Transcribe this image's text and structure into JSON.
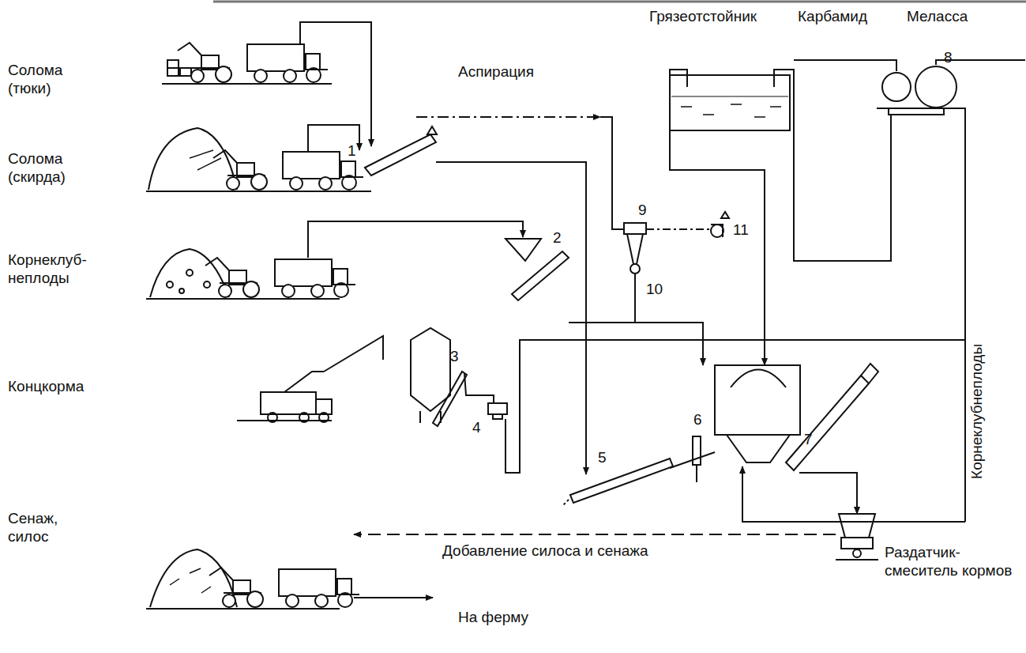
{
  "diagram": {
    "labels": [
      "Солома (тюки)",
      "Солома (скирда)",
      "Корнеклуб- неплоды",
      "Концкорма",
      "Сенаж, силос",
      "Аспирация",
      "Грязеотстойник",
      "Карбамид",
      "Меласса",
      "1",
      "2",
      "3",
      "4",
      "5",
      "6",
      "7",
      "8",
      "9",
      "10",
      "11",
      "Корнеклубнеплоды",
      "Добавление силоса и сенажа",
      "Раздатчик- смеситель кормов",
      "На ферму"
    ]
  }
}
